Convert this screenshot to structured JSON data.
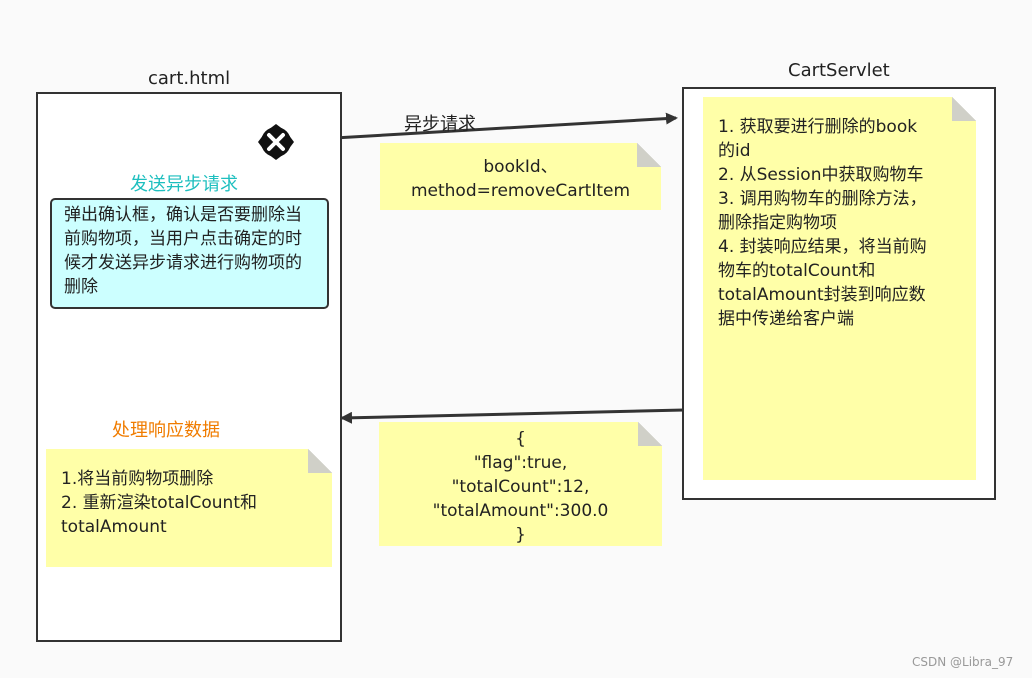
{
  "cart_box": {
    "title": "cart.html",
    "send_label": "发送异步请求",
    "confirm_text": "弹出确认框，确认是否要删除当前购物项，当用户点击确定的时候才发送异步请求进行购物项的删除",
    "handle_label": "处理响应数据",
    "handle_note": "1.将当前购物项删除\n2. 重新渲染totalCount和\ntotalAmount"
  },
  "servlet_box": {
    "title": "CartServlet",
    "note": "1. 获取要进行删除的book\n的id\n2. 从Session中获取购物车\n3. 调用购物车的删除方法，\n删除指定购物项\n4. 封装响应结果，将当前购\n物车的totalCount和\ntotalAmount封装到响应数\n据中传递给客户端"
  },
  "request": {
    "label": "异步请求",
    "params": "bookId、\nmethod=removeCartItem",
    "icon": "close-circle-icon"
  },
  "response": {
    "json": "{\n\"flag\":true,\n\"totalCount\":12,\n\"totalAmount\":300.0\n}"
  },
  "watermark": "CSDN @Libra_97",
  "colors": {
    "note_bg": "#ffffa8",
    "confirm_bg": "#ccffff",
    "teal": "#1ebfbf",
    "orange": "#f07c00"
  }
}
